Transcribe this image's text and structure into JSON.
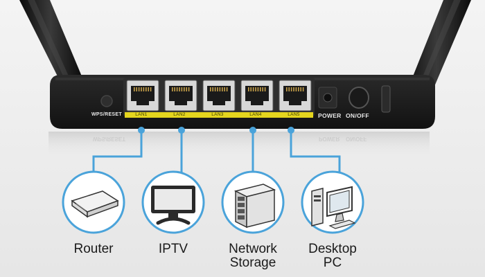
{
  "device": {
    "wps_label": "WPS/RESET",
    "power_label": "POWER",
    "onoff_label": "ON/OFF",
    "ports": [
      "LAN1",
      "LAN2",
      "LAN3",
      "LAN4",
      "LAN5"
    ]
  },
  "devices": [
    {
      "caption": "Router",
      "icon": "router-icon",
      "port": "LAN1"
    },
    {
      "caption": "IPTV",
      "icon": "tv-icon",
      "port": "LAN2"
    },
    {
      "caption": "Network\nStorage",
      "icon": "nas-icon",
      "port": "LAN4"
    },
    {
      "caption": "Desktop\nPC",
      "icon": "desktop-pc-icon",
      "port": "LAN5"
    }
  ],
  "colors": {
    "accent": "#4aa3da",
    "port_strip": "#e4d51e",
    "chassis": "#1c1c1c",
    "background": "#eeeeee"
  }
}
